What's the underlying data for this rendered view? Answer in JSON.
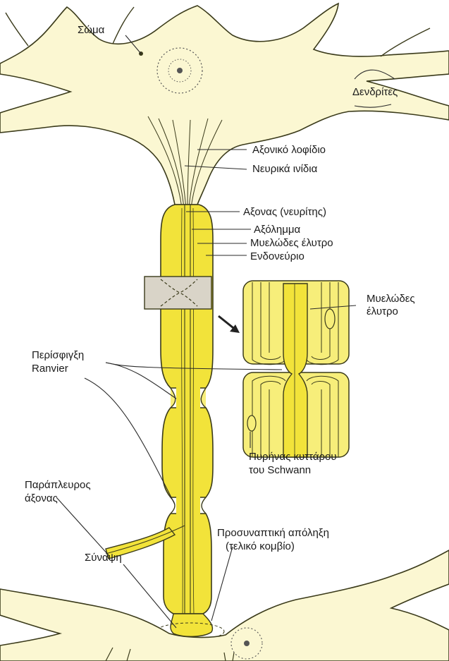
{
  "labels": {
    "soma": "Σώμα",
    "dendrites": "Δενδρίτες",
    "axon_hillock": "Αξονικό λοφίδιο",
    "neurofibrils": "Νευρικά ινίδια",
    "axon": "Αξονας (νευρίτης)",
    "axolemma": "Αξόλημμα",
    "myelin_sheath": "Μυελώδες έλυτρο",
    "endoneurium": "Ενδονεύριο",
    "myelin_sheath_detail_line1": "Μυελώδες",
    "myelin_sheath_detail_line2": "έλυτρο",
    "node_line1": "Περίσφιγξη",
    "node_line2": "Ranvier",
    "schwann_line1": "Πυρήνας κυττάρου",
    "schwann_line2": "του Schwann",
    "collateral_line1": "Παράπλευρος",
    "collateral_line2": "άξονας",
    "terminal_line1": "Προσυναπτική απόληξη",
    "terminal_line2": "(τελικό κομβίο)",
    "synapse": "Σύναψη"
  },
  "colors": {
    "cell_fill": "#fbf7d2",
    "myelin_fill": "#f2e33a",
    "myelin_fill_light": "#f7ee7a",
    "outline": "#3a3a1a",
    "inset_box": "#d9d4c8"
  }
}
